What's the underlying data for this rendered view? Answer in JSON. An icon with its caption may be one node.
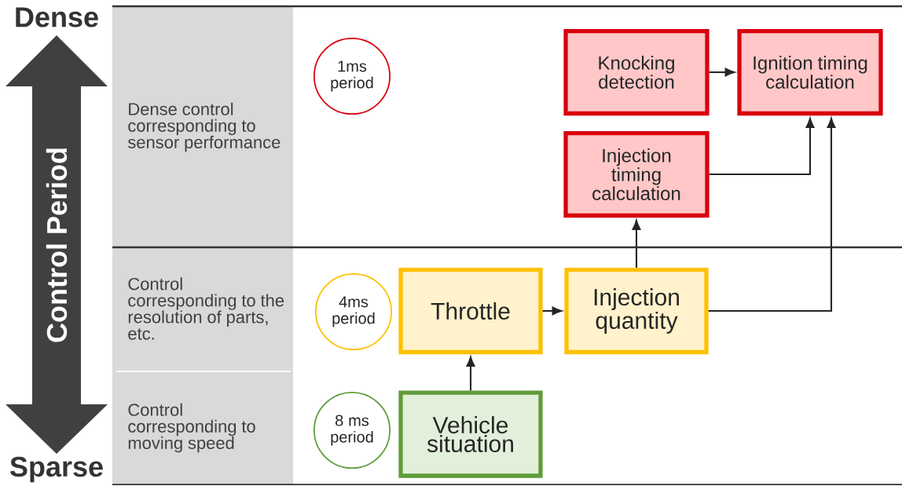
{
  "diagram": {
    "nodes": [
      {
        "text": [
          "Knocking detection"
        ]
      },
      {
        "text": [
          "Ignition timing calculation"
        ]
      },
      {
        "text": [
          "Injection timing calculation"
        ]
      },
      {
        "text": [
          "Throttle"
        ]
      },
      {
        "text": [
          "Injection quantity"
        ]
      },
      {
        "text": [
          "Vehicle situation"
        ]
      },
      {
        "text": [
          "1ms period"
        ]
      },
      {
        "text": [
          "4ms period"
        ]
      },
      {
        "text": [
          "8 ms period"
        ]
      }
    ],
    "edges": [
      {
        "from": 0,
        "to": 1,
        "arrow": "to"
      },
      {
        "from": 2,
        "to": 1,
        "arrow": "to"
      },
      {
        "from": 4,
        "to": 2,
        "arrow": "to"
      },
      {
        "from": 4,
        "to": 1,
        "arrow": "to"
      },
      {
        "from": 3,
        "to": 4,
        "arrow": "to"
      },
      {
        "from": 5,
        "to": 3,
        "arrow": "to"
      }
    ],
    "labels": [
      "Dense",
      "Control Period",
      "Dense control corresponding to sensor performance",
      "Control corresponding to the resolution of parts, etc.",
      "Control corresponding to moving speed",
      "Sparse"
    ]
  }
}
